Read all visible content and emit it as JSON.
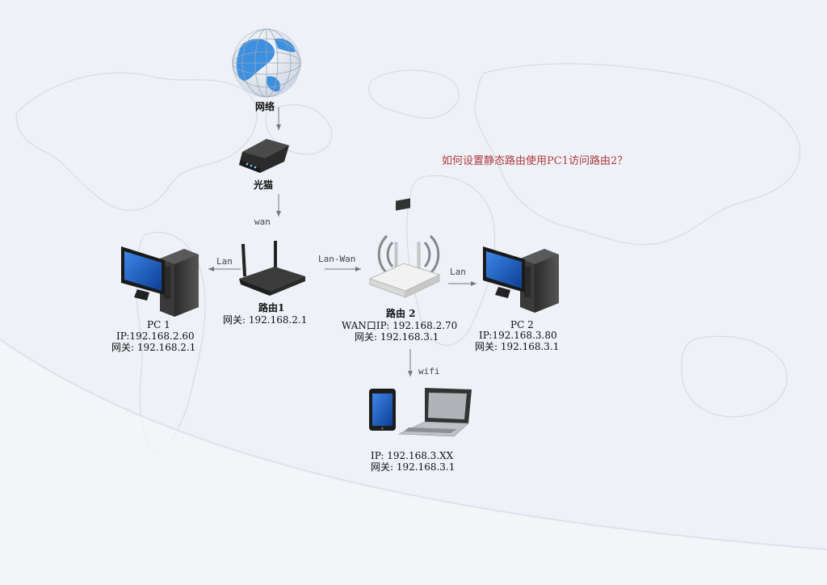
{
  "title": "如何设置静态路由使用PC1访问路由2？",
  "nodes": {
    "internet": {
      "label": "网络",
      "icon": "globe-icon"
    },
    "modem": {
      "label": "光猫",
      "icon": "modem-icon"
    },
    "router1": {
      "label": "路由1",
      "gateway": "网关: 192.168.2.1",
      "icon": "router-icon"
    },
    "router2": {
      "label": "路由 2",
      "wan_ip": "WAN口IP: 192.168.2.70",
      "gateway": "网关: 192.168.3.1",
      "icon": "wifi-router-icon"
    },
    "pc1": {
      "label": "PC 1",
      "ip": "IP:192.168.2.60",
      "gateway": "网关: 192.168.2.1",
      "icon": "desktop-pc-icon"
    },
    "pc2": {
      "label": "PC 2",
      "ip": "IP:192.168.3.80",
      "gateway": "网关: 192.168.3.1",
      "icon": "desktop-pc-icon"
    },
    "devices": {
      "ip": "IP: 192.168.3.XX",
      "gateway": "网关: 192.168.3.1",
      "icons": [
        "tablet-icon",
        "laptop-icon"
      ]
    }
  },
  "edges": {
    "modem_router1": "wan",
    "router1_pc1": "Lan",
    "router1_router2": "Lan-Wan",
    "router2_pc2": "Lan",
    "router2_devices": "wifi"
  },
  "colors": {
    "background": "#eef1f7",
    "map": "#d5dbe7",
    "title": "#b03a3a",
    "arrow": "#777777",
    "screen": "#1a5cc0"
  }
}
